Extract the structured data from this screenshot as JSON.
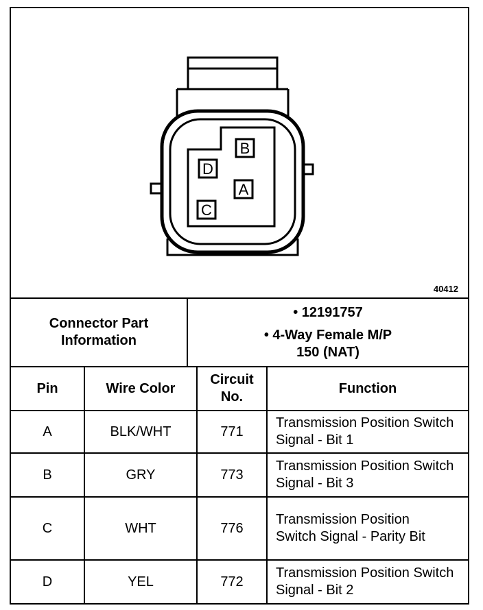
{
  "figure": {
    "id": "40412",
    "pins": [
      "A",
      "B",
      "C",
      "D"
    ]
  },
  "connector": {
    "label": "Connector Part Information",
    "part_number": "• 12191757",
    "description_line1": "• 4-Way Female M/P",
    "description_line2": "150 (NAT)"
  },
  "table": {
    "headers": {
      "pin": "Pin",
      "wire_color": "Wire Color",
      "circuit": "Circuit No.",
      "function": "Function"
    },
    "rows": [
      {
        "pin": "A",
        "wire_color": "BLK/WHT",
        "circuit": "771",
        "function": "Transmission Position Switch Signal - Bit 1"
      },
      {
        "pin": "B",
        "wire_color": "GRY",
        "circuit": "773",
        "function": "Transmission Position Switch Signal - Bit 3"
      },
      {
        "pin": "C",
        "wire_color": "WHT",
        "circuit": "776",
        "function": "Transmission Position Switch Signal - Parity Bit"
      },
      {
        "pin": "D",
        "wire_color": "YEL",
        "circuit": "772",
        "function": "Transmission Position Switch Signal - Bit 2"
      }
    ]
  }
}
